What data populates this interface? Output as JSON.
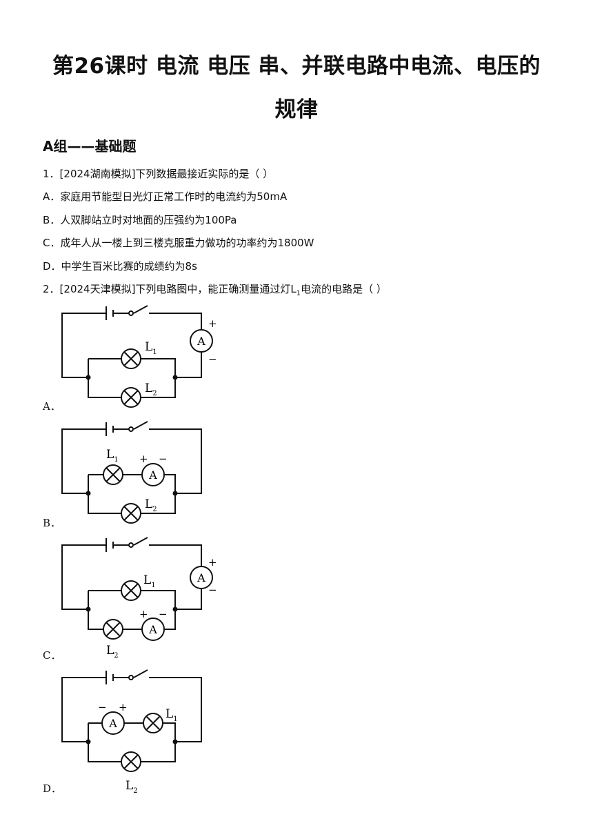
{
  "title": {
    "line1": "第26课时  电流  电压  串、并联电路中电流、电压的",
    "line2": "规律"
  },
  "section": "A组——基础题",
  "q1": {
    "stem": "1．[2024湖南模拟]下列数据最接近实际的是（    ）",
    "options": [
      "A．家庭用节能型日光灯正常工作时的电流约为50mA",
      "B．人双脚站立时对地面的压强约为100Pa",
      "C．成年人从一楼上到三楼克服重力做功的功率约为1800W",
      "D．中学生百米比赛的成绩约为8s"
    ]
  },
  "q2": {
    "stem_before": "2．[2024天津模拟]下列电路图中，能正确测量通过灯L",
    "stem_sub": "1",
    "stem_after": "电流的电路是（    ）",
    "option_labels": [
      "A．",
      "B．",
      "C．",
      "D．"
    ],
    "ammeter_label": "A",
    "lamp1": "L",
    "lamp1_sub": "1",
    "lamp2": "L",
    "lamp2_sub": "2",
    "plus": "+",
    "minus": "−"
  }
}
